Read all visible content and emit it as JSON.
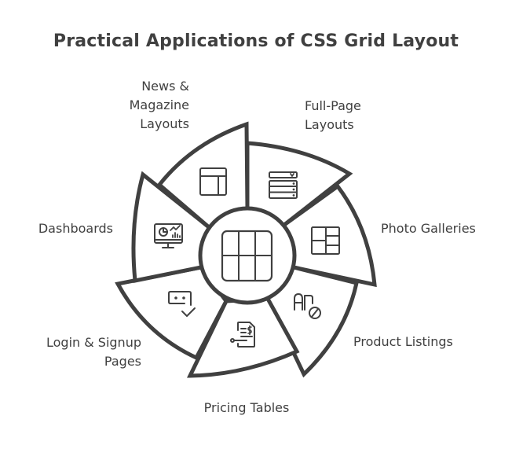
{
  "title": "Practical Applications of CSS Grid Layout",
  "center": {
    "icon": "grid-layout-icon"
  },
  "segments": [
    {
      "id": "news",
      "label_lines": [
        "News &",
        "Magazine",
        "Layouts"
      ],
      "icon": "magazine-layout-icon"
    },
    {
      "id": "fullpage",
      "label_lines": [
        "Full-Page",
        "Layouts"
      ],
      "icon": "stacked-rows-dropdown-icon"
    },
    {
      "id": "photo",
      "label_lines": [
        "Photo Galleries"
      ],
      "icon": "gallery-grid-icon"
    },
    {
      "id": "product",
      "label_lines": [
        "Product Listings"
      ],
      "icon": "product-badge-icon"
    },
    {
      "id": "pricing",
      "label_lines": [
        "Pricing Tables"
      ],
      "icon": "price-document-icon"
    },
    {
      "id": "login",
      "label_lines": [
        "Login & Signup",
        "Pages"
      ],
      "icon": "password-check-icon"
    },
    {
      "id": "dashboards",
      "label_lines": [
        "Dashboards"
      ],
      "icon": "monitor-chart-icon"
    }
  ],
  "colors": {
    "stroke": "#404040",
    "background": "#ffffff",
    "text": "#404040"
  }
}
